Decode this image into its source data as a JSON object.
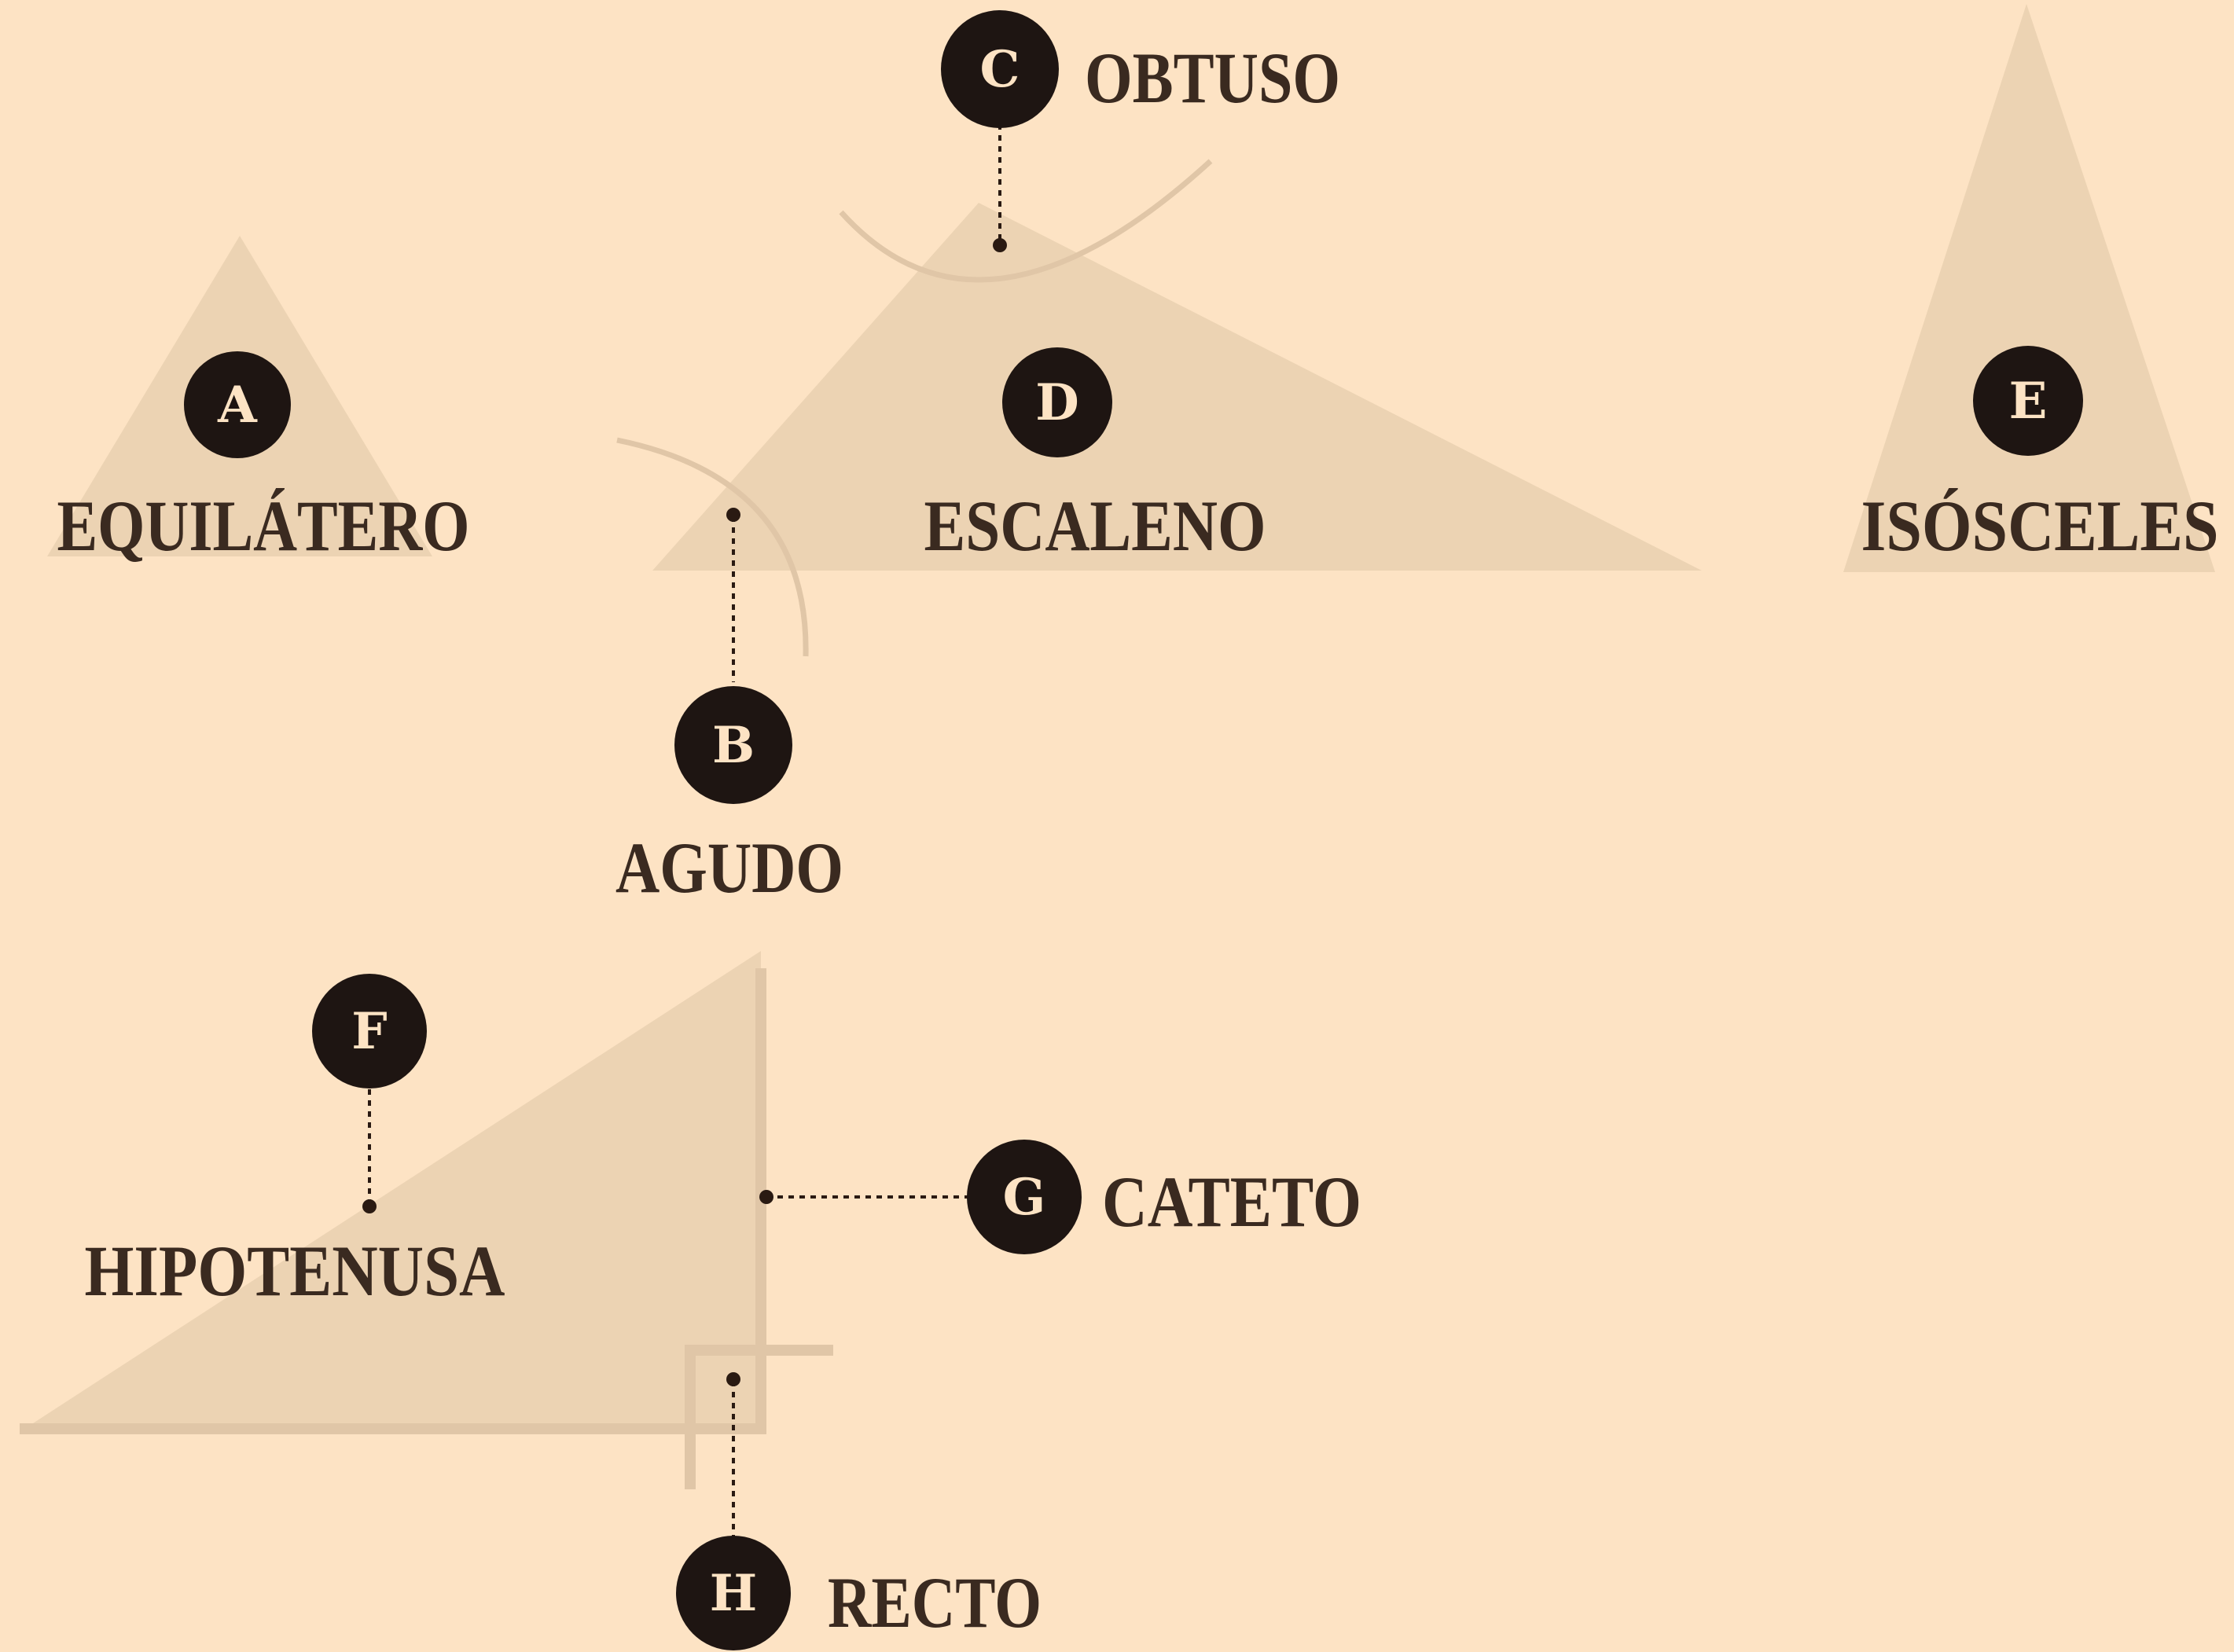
{
  "colors": {
    "background": "#fde3c4",
    "shape_fill": "#ecd3b3",
    "badge": "#1e1512",
    "text": "#3a2a20"
  },
  "badges": {
    "a": "A",
    "b": "B",
    "c": "C",
    "d": "D",
    "e": "E",
    "f": "F",
    "g": "G",
    "h": "H"
  },
  "labels": {
    "equilatero": "EQUILÁTERO",
    "agudo": "AGUDO",
    "obtuso": "OBTUSO",
    "escaleno": "ESCALENO",
    "isosceles": "ISÓSCELES",
    "hipotenusa": "HIPOTENUSA",
    "cateto": "CATETO",
    "recto": "RECTO"
  }
}
